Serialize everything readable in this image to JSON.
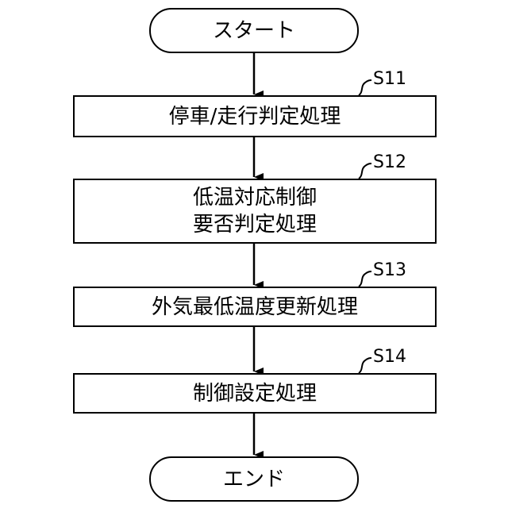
{
  "flowchart": {
    "start": "スタート",
    "end": "エンド",
    "steps": [
      {
        "id": "S11",
        "lines": [
          "停車/走行判定処理"
        ]
      },
      {
        "id": "S12",
        "lines": [
          "低温対応制御",
          "要否判定処理"
        ]
      },
      {
        "id": "S13",
        "lines": [
          "外気最低温度更新処理"
        ]
      },
      {
        "id": "S14",
        "lines": [
          "制御設定処理"
        ]
      }
    ]
  }
}
